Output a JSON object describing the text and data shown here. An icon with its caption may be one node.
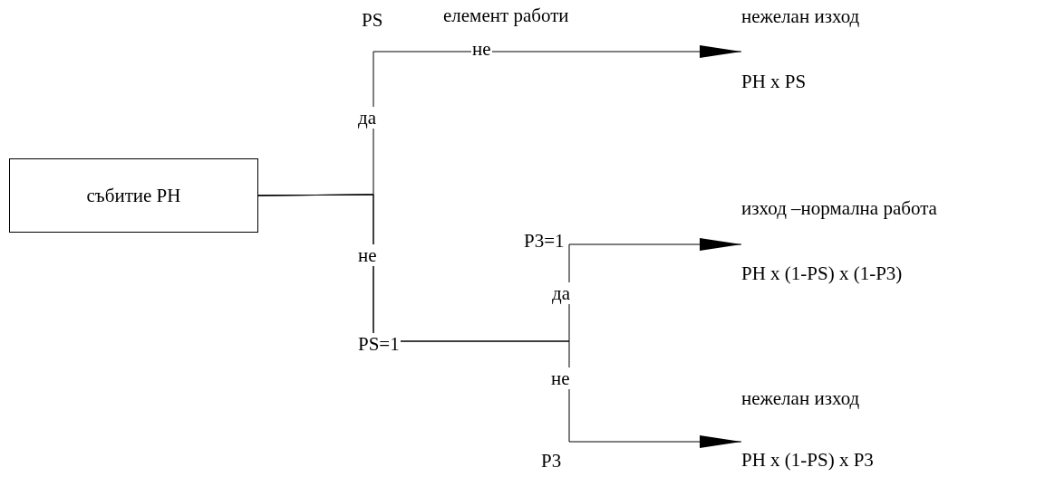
{
  "diagram": {
    "nodes": [
      {
        "text": [
          "събитие PH"
        ]
      },
      {
        "text": [
          "нежелан изход",
          "PH x PS"
        ]
      },
      {
        "text": [
          "изход –нормална работа",
          "PH x (1-PS) x (1-P3)"
        ]
      },
      {
        "text": [
          "нежелан изход",
          "PH x (1-PS) x P3"
        ]
      }
    ],
    "edges": [
      {
        "from": 0,
        "to": 1,
        "arrow": "to"
      },
      {
        "from": 0,
        "to": 2,
        "arrow": "to"
      },
      {
        "from": 0,
        "to": 3,
        "arrow": "to"
      }
    ],
    "labels": [
      "PS",
      "елемент работи",
      "не",
      "да",
      "не",
      "P3=1",
      "да",
      "PS=1",
      "не",
      "P3"
    ]
  }
}
